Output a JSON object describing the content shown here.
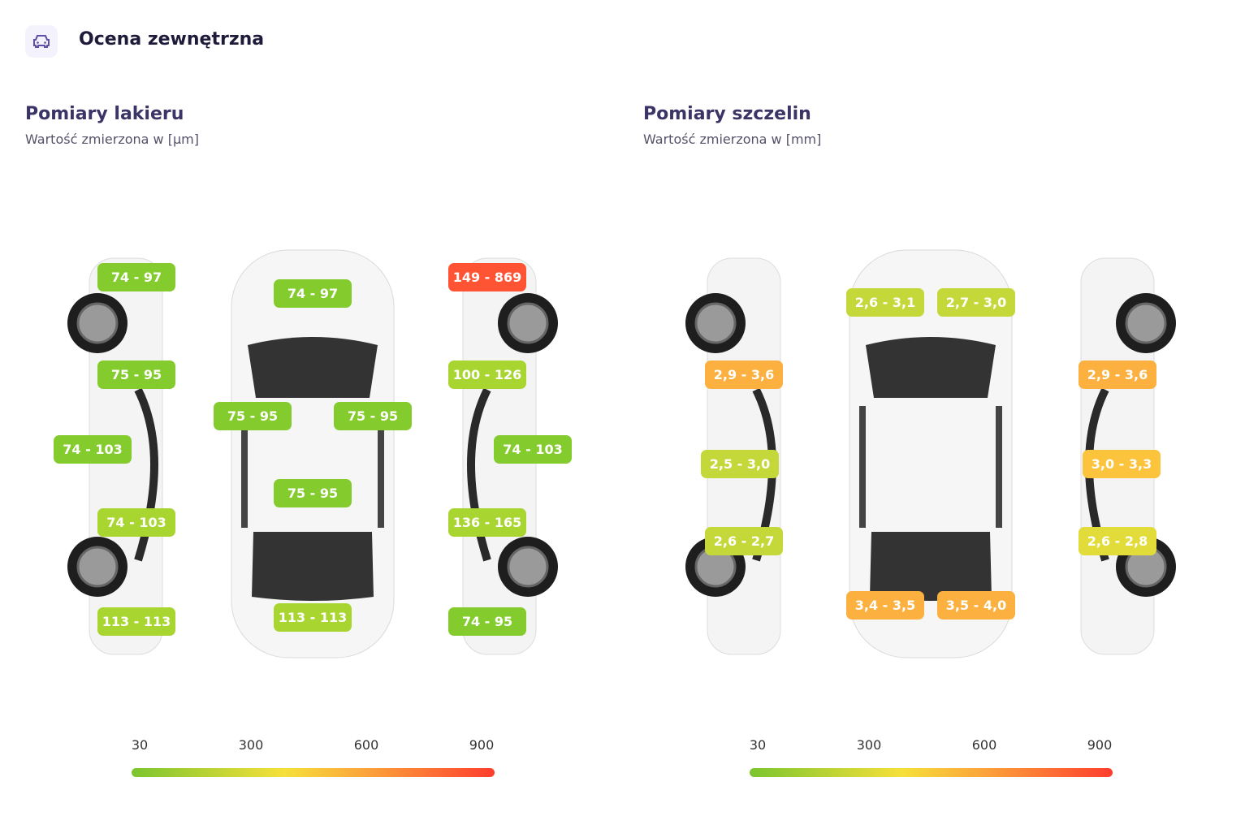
{
  "header": {
    "title": "Ocena zewnętrzna",
    "icon": "car-icon"
  },
  "paint": {
    "title": "Pomiary lakieru",
    "subtitle": "Wartość zmierzona w [µm]",
    "left": [
      "74 - 97",
      "75 - 95",
      "74 - 103",
      "74 - 103",
      "113 - 113"
    ],
    "top": [
      "74 - 97",
      "75 - 95",
      "75 - 95",
      "75 - 95",
      "113 - 113"
    ],
    "right": [
      "149 - 869",
      "100 - 126",
      "74 - 103",
      "136 - 165",
      "74 - 95"
    ],
    "scale": [
      "30",
      "300",
      "600",
      "900"
    ]
  },
  "gaps": {
    "title": "Pomiary szczelin",
    "subtitle": "Wartość zmierzona w [mm]",
    "left": [
      "2,9 - 3,6",
      "2,5 - 3,0",
      "2,6 - 2,7"
    ],
    "top": [
      "2,6 - 3,1",
      "2,7 - 3,0",
      "3,4 - 3,5",
      "3,5 - 4,0"
    ],
    "right": [
      "2,9 - 3,6",
      "3,0 - 3,3",
      "2,6 - 2,8"
    ],
    "scale": [
      "30",
      "300",
      "600",
      "900"
    ]
  },
  "colors": {
    "green": "#84cc2e",
    "lime": "#a8d530",
    "yellowgreen": "#c5d83a",
    "yellow": "#e2dc3b",
    "amber": "#fcc33d",
    "orange": "#fbb03f",
    "red": "#ff5433"
  }
}
